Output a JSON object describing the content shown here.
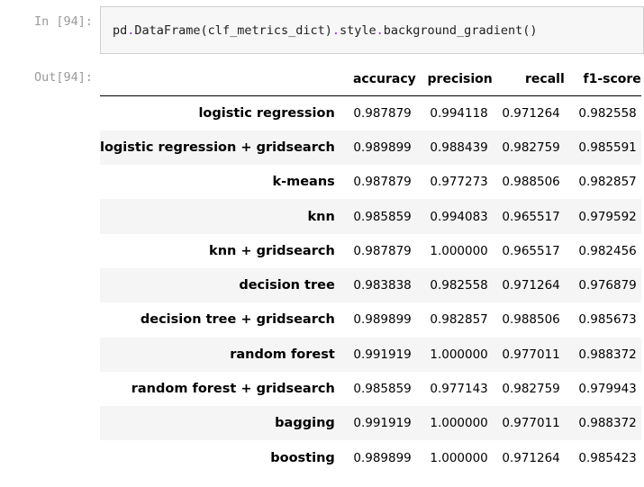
{
  "cell": {
    "in_prompt": "In [94]:",
    "out_prompt": "Out[94]:",
    "code": {
      "t1": "pd",
      "t2": ".",
      "t3": "DataFrame(clf_metrics_dict)",
      "t4": ".",
      "t5": "style",
      "t6": ".",
      "t7": "background_gradient()"
    }
  },
  "table": {
    "headers": [
      "",
      "accuracy",
      "precision",
      "recall",
      "f1-score"
    ],
    "rows": [
      {
        "label": "logistic regression",
        "values": [
          "0.987879",
          "0.994118",
          "0.971264",
          "0.982558"
        ]
      },
      {
        "label": "logistic regression + gridsearch",
        "values": [
          "0.989899",
          "0.988439",
          "0.982759",
          "0.985591"
        ]
      },
      {
        "label": "k-means",
        "values": [
          "0.987879",
          "0.977273",
          "0.988506",
          "0.982857"
        ]
      },
      {
        "label": "knn",
        "values": [
          "0.985859",
          "0.994083",
          "0.965517",
          "0.979592"
        ]
      },
      {
        "label": "knn + gridsearch",
        "values": [
          "0.987879",
          "1.000000",
          "0.965517",
          "0.982456"
        ]
      },
      {
        "label": "decision tree",
        "values": [
          "0.983838",
          "0.982558",
          "0.971264",
          "0.976879"
        ]
      },
      {
        "label": "decision tree + gridsearch",
        "values": [
          "0.989899",
          "0.982857",
          "0.988506",
          "0.985673"
        ]
      },
      {
        "label": "random forest",
        "values": [
          "0.991919",
          "1.000000",
          "0.977011",
          "0.988372"
        ]
      },
      {
        "label": "random forest + gridsearch",
        "values": [
          "0.985859",
          "0.977143",
          "0.982759",
          "0.979943"
        ]
      },
      {
        "label": "bagging",
        "values": [
          "0.991919",
          "1.000000",
          "0.977011",
          "0.988372"
        ]
      },
      {
        "label": "boosting",
        "values": [
          "0.989899",
          "1.000000",
          "0.971264",
          "0.985423"
        ]
      }
    ]
  }
}
